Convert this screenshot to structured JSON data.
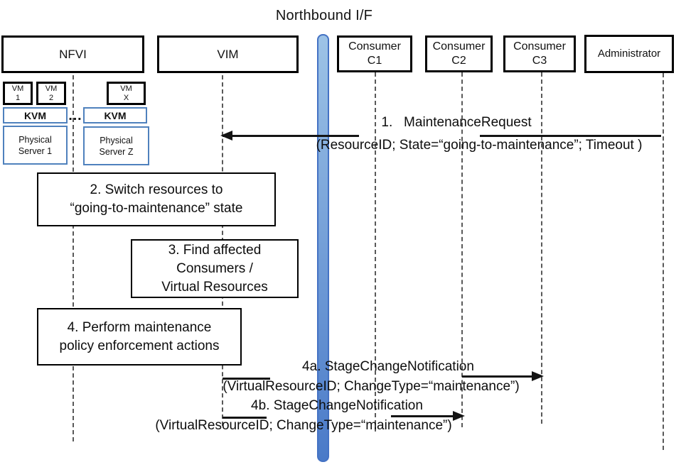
{
  "title": "Northbound I/F",
  "actors": {
    "nfvi": "NFVI",
    "vim": "VIM",
    "c1_line1": "Consumer",
    "c1_line2": "C1",
    "c2_line1": "Consumer",
    "c2_line2": "C2",
    "c3_line1": "Consumer",
    "c3_line2": "C3",
    "admin": "Administrator"
  },
  "nfvi_detail": {
    "vm1_line1": "VM",
    "vm1_line2": "1",
    "vm2_line1": "VM",
    "vm2_line2": "2",
    "vmx_line1": "VM",
    "vmx_line2": "X",
    "kvm1": "KVM",
    "kvm2": "KVM",
    "ellipsis": "…",
    "server1_line1": "Physical",
    "server1_line2": "Server 1",
    "serverz_line1": "Physical",
    "serverz_line2": "Server Z"
  },
  "steps": {
    "step2_line1": "2. Switch resources to",
    "step2_line2": "“going-to-maintenance” state",
    "step3_line1": "3. Find affected",
    "step3_line2": "Consumers /",
    "step3_line3": "Virtual Resources",
    "step4_line1": "4. Perform maintenance",
    "step4_line2": "policy enforcement actions"
  },
  "messages": {
    "msg1_name": "1.   MaintenanceRequest",
    "msg1_params": "(ResourceID; State=“going-to-maintenance”; Timeout )",
    "msg4a_name": "4a. StageChangeNotification",
    "msg4a_params": "(VirtualResourceID; ChangeType=“maintenance”)",
    "msg4b_name": "4b. StageChangeNotification",
    "msg4b_params": "(VirtualResourceID; ChangeType=“maintenance”)"
  },
  "colors": {
    "black_border": "#000000",
    "blue_border": "#4f81bd",
    "bar_border": "#4472c4",
    "bar_top": "#9dc3e6",
    "bar_bottom": "#4a7ac8",
    "lifeline": "#595959"
  }
}
